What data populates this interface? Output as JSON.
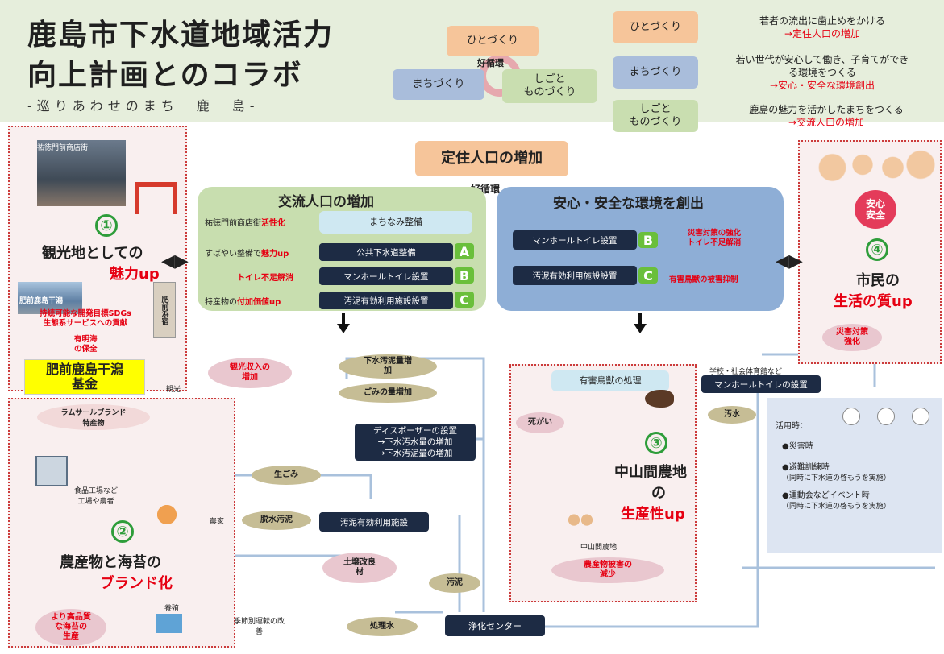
{
  "header": {
    "title_line1": "鹿島市下水道地域活力",
    "title_line2": "向上計画とのコラボ",
    "subtitle": "-巡りあわせのまち　鹿　島-"
  },
  "cycle": {
    "hitozukuri": "ひとづくり",
    "machizukuri": "まちづくり",
    "shigoto_line1": "しごと",
    "shigoto_line2": "ものづくり",
    "center": "好循環"
  },
  "legend": {
    "item1_label": "ひとづくり",
    "item1_text": "若者の流出に歯止めをかける",
    "item1_red": "→定住人口の増加",
    "item2_label": "まちづくり",
    "item2_text1": "若い世代が安心して働き、子育てができ",
    "item2_text2": "る環境をつくる",
    "item2_red": "→安心・安全な環境創出",
    "item3_label_line1": "しごと",
    "item3_label_line2": "ものづくり",
    "item3_text": "鹿島の魅力を活かしたまちをつくる",
    "item3_red": "→交流人口の増加"
  },
  "center_top": {
    "teiju": "定住人口の増加",
    "koujunkan": "好循環"
  },
  "koryu": {
    "title": "交流人口の増加",
    "rows": [
      {
        "left_black": "祐徳門前商店街",
        "left_red": "活性化",
        "right": "まちなみ整備",
        "badge": ""
      },
      {
        "left_black": "すばやい整備で",
        "left_red": "魅力up",
        "right": "公共下水道整備",
        "badge": "A"
      },
      {
        "left_black": "",
        "left_red": "トイレ不足解消",
        "right": "マンホールトイレ設置",
        "badge": "B"
      },
      {
        "left_black": "特産物の",
        "left_red": "付加価値up",
        "right": "汚泥有効利用施設設置",
        "badge": "C"
      }
    ]
  },
  "anshin": {
    "title": "安心・安全な環境を創出",
    "row1": "マンホールトイレ設置",
    "row1_badge": "B",
    "row1_red_line1": "災害対策の強化",
    "row1_red_line2": "トイレ不足解消",
    "row2": "汚泥有効利用施設設置",
    "row2_badge": "C",
    "row2_red": "有害鳥獣の被害抑制"
  },
  "panel1": {
    "photo_caption": "祐徳門前商店街",
    "num": "①",
    "line1": "観光地としての",
    "line2": "魅力up",
    "photo2_caption": "肥前鹿島干潟",
    "sdgs_line1": "持続可能な開発目標SDGs",
    "sdgs_line2": "生態系サービスへの貢献",
    "ariake_line1": "有明海",
    "ariake_line2": "の保全",
    "fund_line1": "肥前鹿島干潟",
    "fund_line2": "基金",
    "shop_label": "肥前浜宿",
    "kanko": "観光"
  },
  "panel2": {
    "brand_line1": "ラムサールブランド",
    "brand_line2": "特産物",
    "factory_line1": "食品工場など",
    "factory_line2": "工場や農者",
    "farmer": "農家",
    "num": "②",
    "line1": "農産物と海苔の",
    "line2": "ブランド化",
    "quality_line1": "より高品質",
    "quality_line2": "な海苔の",
    "quality_line3": "生産",
    "nori": "養殖",
    "seasonal_line1": "季節別運転の改",
    "seasonal_line2": "善"
  },
  "flow": {
    "ellipse_kanko_line1": "観光収入の",
    "ellipse_kanko_line2": "増加",
    "gesui_line1": "下水汚泥量増",
    "gesui_line2": "加",
    "gomi": "ごみの量増加",
    "disposer_line1": "ディスポーザーの設置",
    "disposer_line2": "→下水汚水量の増加",
    "disposer_line3": "→下水汚泥量の増加",
    "namagomi": "生ごみ",
    "haikimono": "脱水汚泥",
    "sludge_facility": "汚泥有効利用施設",
    "soil_line1": "土壌改良",
    "soil_line2": "材",
    "osui": "汚泥",
    "shorisui": "処理水",
    "jouka": "浄化センター"
  },
  "panel3": {
    "choju": "有害鳥獣の処理",
    "shigai": "死がい",
    "num": "③",
    "line1": "中山間農地",
    "line2": "の",
    "line3": "生産性up",
    "farm_caption": "中山間農地",
    "damage_line1": "農産物被害の",
    "damage_line2": "減少"
  },
  "panel4": {
    "badge_line1": "安心",
    "badge_line2": "安全",
    "num": "④",
    "line1": "市民の",
    "line2": "生活の質up",
    "disaster_line1": "災害対策",
    "disaster_line2": "強化",
    "school": "学校・社会体育館など",
    "manhole": "マンホールトイレの設置",
    "osui": "汚水",
    "usage_title": "活用時：",
    "usage_items": [
      {
        "main": "●災害時",
        "sub": ""
      },
      {
        "main": "●避難訓練時",
        "sub": "（同時に下水道の啓もうを実施）"
      },
      {
        "main": "●運動会などイベント時",
        "sub": "（同時に下水道の啓もうを実施）"
      }
    ]
  }
}
